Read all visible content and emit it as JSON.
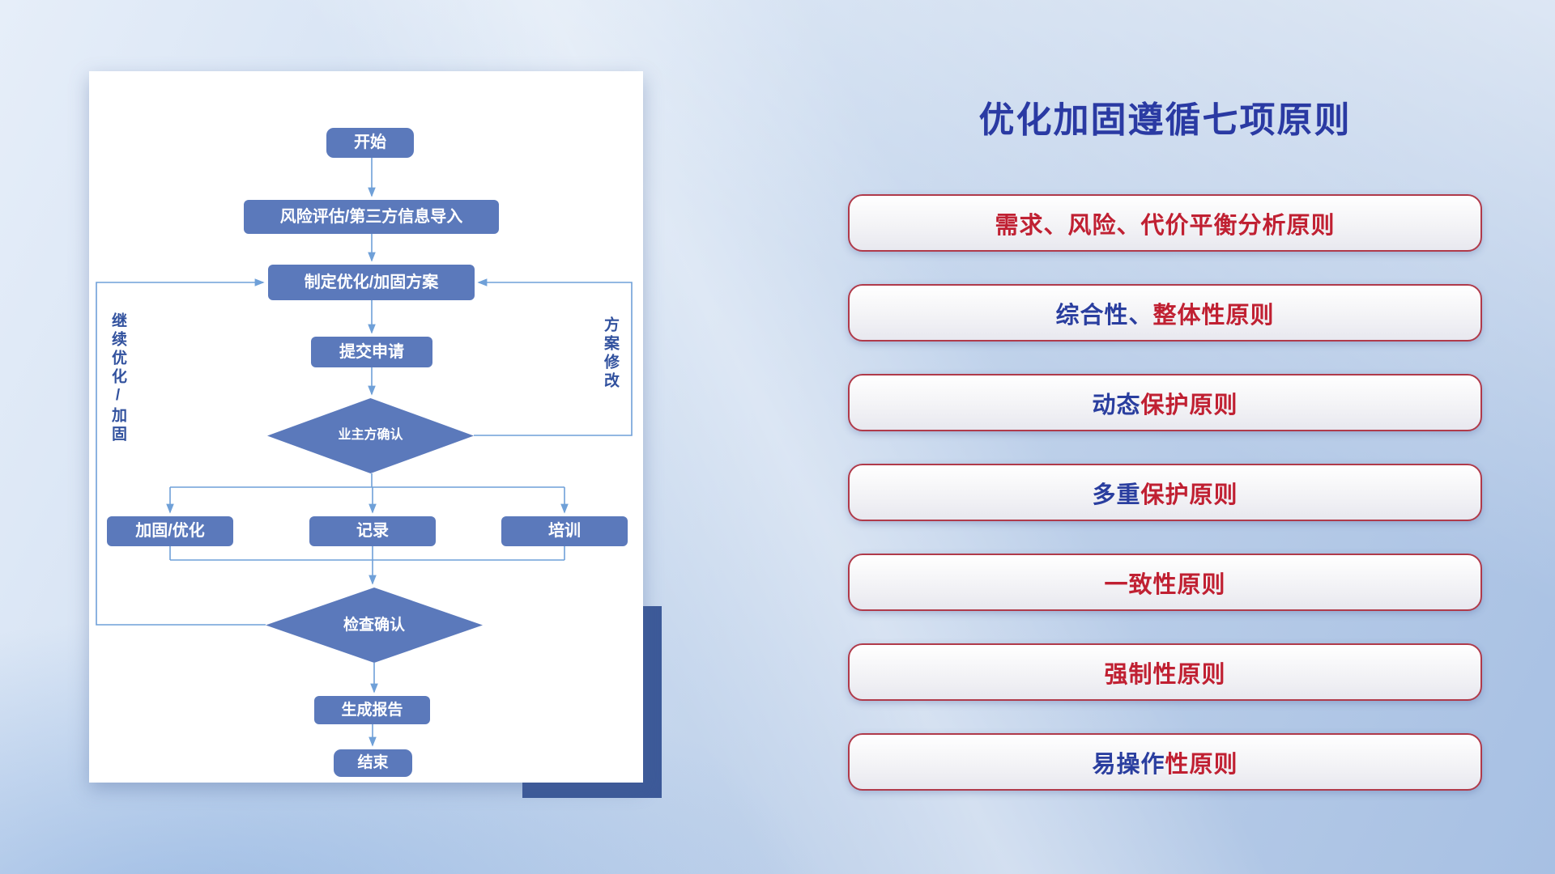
{
  "slide": {
    "title": "优化加固遵循七项原则"
  },
  "flowchart": {
    "nodes": {
      "start": "开始",
      "risk_import": "风险评估/第三方信息导入",
      "make_plan": "制定优化/加固方案",
      "submit": "提交申请",
      "owner_confirm": "业主方确认",
      "harden_optimize": "加固/优化",
      "record": "记录",
      "training": "培训",
      "check_confirm": "检查确认",
      "generate_report": "生成报告",
      "end": "结束"
    },
    "loop_labels": {
      "left": "继续优化/加固",
      "right": "方案修改"
    }
  },
  "principles": [
    {
      "parts": [
        {
          "t": "需求、风险、代价平衡分析原则",
          "c": "red"
        }
      ]
    },
    {
      "parts": [
        {
          "t": "综合性、",
          "c": "blue"
        },
        {
          "t": "整体性原则",
          "c": "red"
        }
      ]
    },
    {
      "parts": [
        {
          "t": "动态",
          "c": "blue"
        },
        {
          "t": "保护原则",
          "c": "red"
        }
      ]
    },
    {
      "parts": [
        {
          "t": "多重",
          "c": "blue"
        },
        {
          "t": "保护原则",
          "c": "red"
        }
      ]
    },
    {
      "parts": [
        {
          "t": "一致性原则",
          "c": "red"
        }
      ]
    },
    {
      "parts": [
        {
          "t": "强制性原则",
          "c": "red"
        }
      ]
    },
    {
      "parts": [
        {
          "t": "易操作",
          "c": "blue"
        },
        {
          "t": "性原则",
          "c": "red"
        }
      ]
    }
  ],
  "colors": {
    "title_blue": "#2a3aa3",
    "text_blue": "#2a3e9f",
    "text_red": "#c02032",
    "node_fill": "#5b79bb",
    "connector": "#6fa0d8",
    "button_border": "#b03a4a",
    "shadow_rect": "#3d5a99"
  }
}
